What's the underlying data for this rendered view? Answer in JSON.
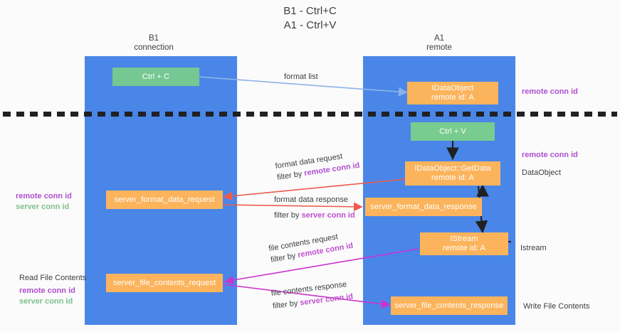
{
  "title": "B1 - Ctrl+C\nA1 - Ctrl+V",
  "colors": {
    "lane": "#4a86e8",
    "green_node": "#76c893",
    "orange_node": "#fbb45c",
    "purple_text": "#b04fd0",
    "green_text": "#7ec08d",
    "red_arrow": "#ee5b4e",
    "magenta_arrow": "#cc33cc",
    "blue_arrow": "#8cb4e8",
    "black_arrow": "#202124",
    "page_bg": "#fbfbfb",
    "dashed_rule": "#202124"
  },
  "lanes": [
    {
      "id": "b1",
      "header": "B1\nconnection"
    },
    {
      "id": "a1",
      "header": "A1\nremote"
    }
  ],
  "nodes": {
    "ctrl_c": "Ctrl + C",
    "idataobject_top": "IDataObject\nremote id: A",
    "ctrl_v": "Ctrl + V",
    "getdata": "IDataObject::GetData\nremote id: A",
    "server_format_data_request": "server_format_data_request",
    "server_format_data_response": "server_format_data_response",
    "istream": "IStream\nremote id: A",
    "server_file_contents_request": "server_file_contents_request",
    "server_file_contents_response": "server_file_contents_response"
  },
  "edge_labels": {
    "format_list": "format list",
    "format_data_request": "format data request",
    "format_data_request_filter_prefix": "filter by ",
    "format_data_request_filter_key": "remote conn id",
    "format_data_response": "format data response",
    "format_data_response_filter_prefix": "filter by ",
    "format_data_response_filter_key": "server conn id",
    "file_contents_request": "file contents request",
    "file_contents_request_filter_prefix": "filter by ",
    "file_contents_request_filter_key": "remote conn id",
    "file_contents_response": "file contents response",
    "file_contents_response_filter_prefix": "filter by ",
    "file_contents_response_filter_key": "server conn id"
  },
  "right_annotations": [
    {
      "id": "remote-conn-id-top",
      "text": "remote conn id",
      "style": "purple"
    },
    {
      "id": "remote-conn-id-mid",
      "text": "remote conn id",
      "style": "purple"
    },
    {
      "id": "dataobject",
      "text": "DataObject",
      "style": "plain"
    },
    {
      "id": "istream",
      "text": "Istream",
      "style": "plain"
    },
    {
      "id": "write-file-contents",
      "text": "Write File Contents",
      "style": "plain"
    }
  ],
  "left_annotations": [
    {
      "id": "left-ids-mid",
      "line1": "remote conn id",
      "line2": "server conn id"
    },
    {
      "id": "read-file-contents",
      "text": "Read File Contents"
    },
    {
      "id": "left-ids-bottom",
      "line1": "remote conn id",
      "line2": "server conn id"
    }
  ]
}
